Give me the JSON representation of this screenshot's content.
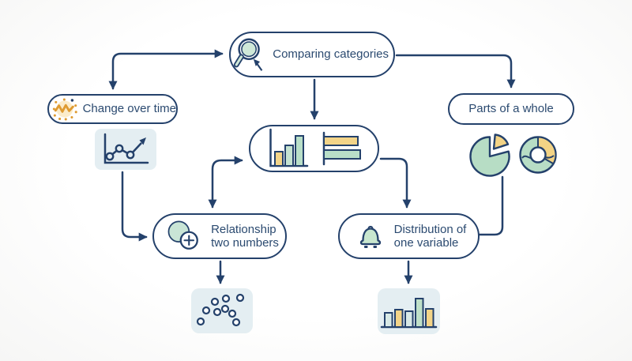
{
  "diagram": {
    "nodes": {
      "comparing_categories": {
        "label": "Comparing categories",
        "icon": "magnifier"
      },
      "change_over_time": {
        "label": "Change over time",
        "icon": "squiggle-line"
      },
      "parts_of_a_whole": {
        "label": "Parts of a whole"
      },
      "chart_type_examples": {
        "icons": [
          "vertical-bar-chart",
          "horizontal-bar-chart"
        ]
      },
      "relationship": {
        "label_line1": "Relationship",
        "label_line2": "two numbers",
        "icon": "overlapping-circles-plus"
      },
      "distribution": {
        "label_line1": "Distribution of",
        "label_line2": "one variable",
        "icon": "bell"
      }
    },
    "example_icons": [
      "line-chart",
      "pie-chart",
      "donut-chart",
      "scatter-plot",
      "histogram"
    ],
    "palette": {
      "navy": "#24416b",
      "green": "#bfe0cb",
      "yellow": "#f3d488",
      "orange": "#df9b31",
      "panel_background": "#e4eef2",
      "background": "#fdfdfd"
    }
  }
}
